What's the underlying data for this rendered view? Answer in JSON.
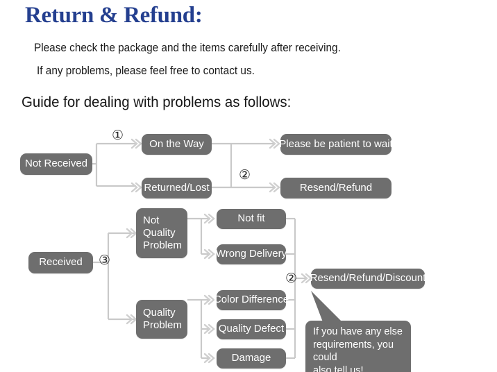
{
  "header": {
    "title": "Return & Refund:",
    "line1": "Please check the package and the items carefully after receiving.",
    "line2": "If any problems, please feel free to contact us.",
    "guide": "Guide for dealing with problems as follows:"
  },
  "colors": {
    "title": "#243f8f",
    "node_fill": "#6e6e6e",
    "node_text": "#ffffff",
    "connector": "#c9c9c9",
    "body_text": "#1b1b1b",
    "background": "#ffffff"
  },
  "flow": {
    "nodes": {
      "not_received": "Not Received",
      "on_the_way": "On the Way",
      "returned_lost": "Returned/Lost",
      "please_wait": "Please be patient to wait",
      "resend_refund": "Resend/Refund",
      "received": "Received",
      "not_quality_problem": "Not\nQuality\nProblem",
      "not_quality_problem_l1": "Not",
      "not_quality_problem_l2": "Quality",
      "not_quality_problem_l3": "Problem",
      "not_fit": "Not fit",
      "wrong_delivery": "Wrong Delivery",
      "quality_problem_l1": "Quality",
      "quality_problem_l2": "Problem",
      "color_difference": "Color Difference",
      "quality_defect": "Quality Defect",
      "damage": "Damage",
      "resend_refund_discount": "Resend/Refund/Discount"
    },
    "markers": {
      "m1": "①",
      "m2_top": "②",
      "m3": "③",
      "m2_bottom": "②"
    },
    "callout": {
      "line1": "If you have any else",
      "line2": "requirements, you could",
      "line3": "also tell us!"
    }
  }
}
